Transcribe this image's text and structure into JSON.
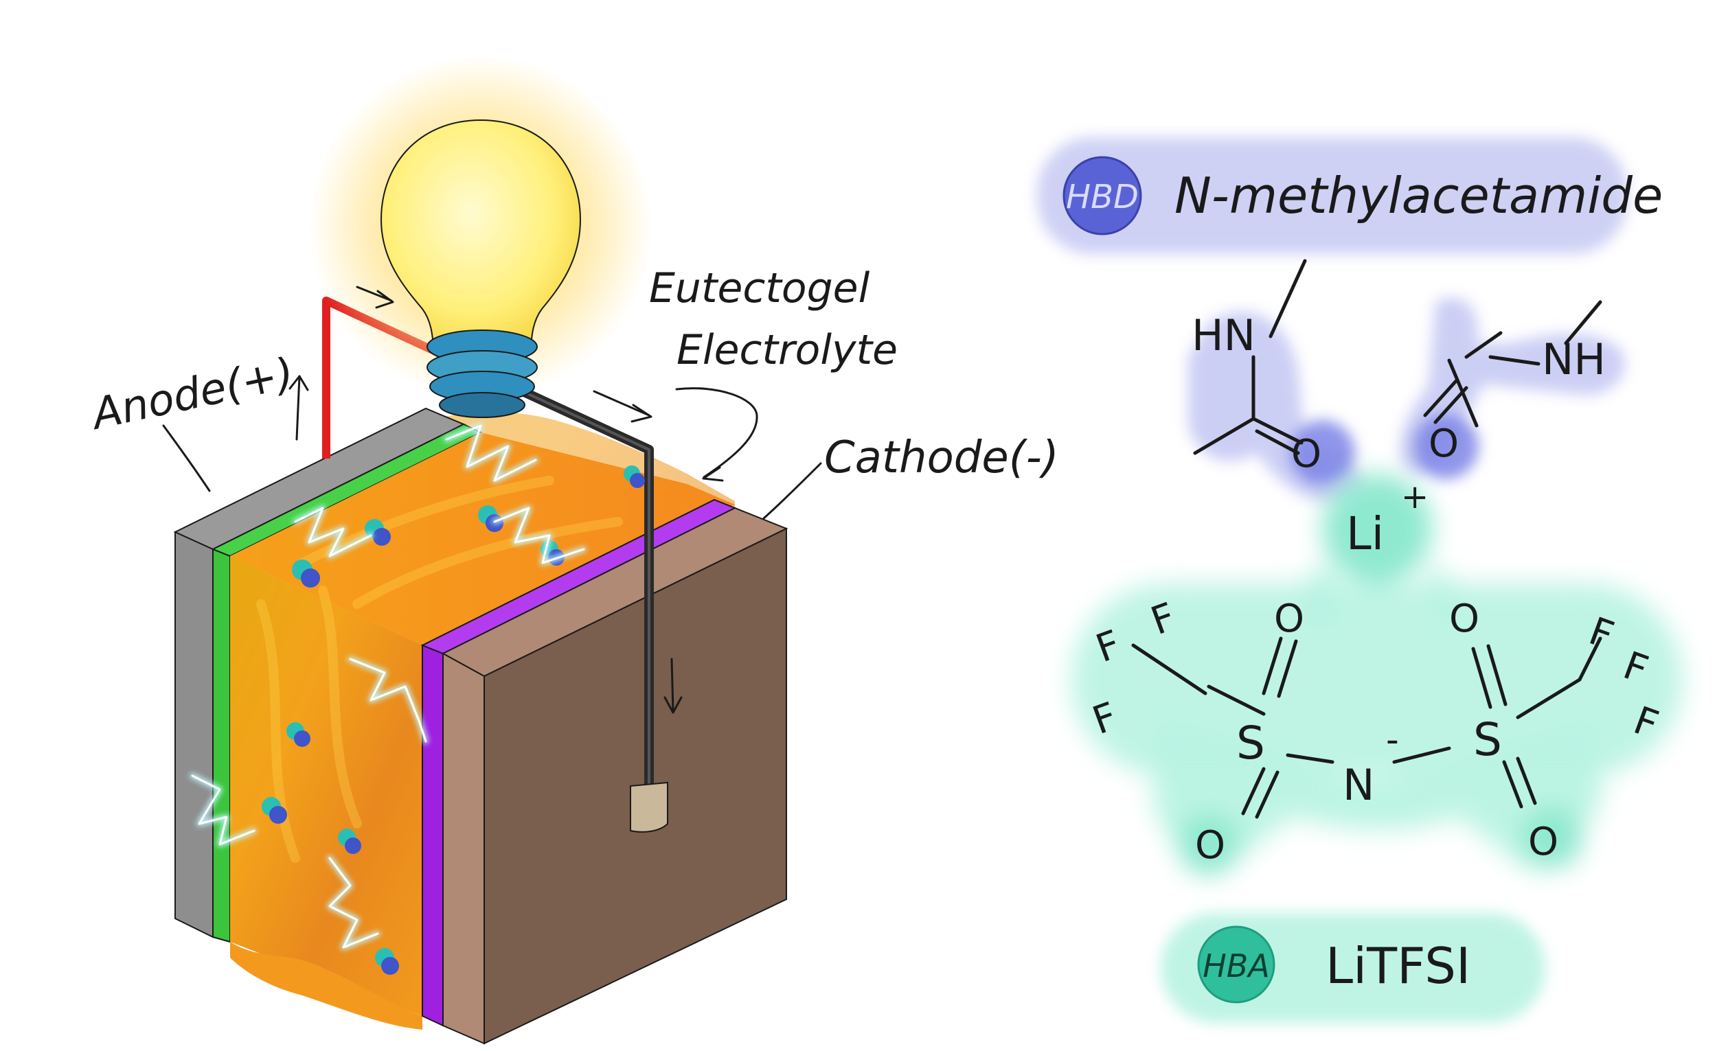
{
  "labels": {
    "anode": "Anode(+)",
    "cathode": "Cathode(-)",
    "electrolyte_line1": "Eutectogel",
    "electrolyte_line2": "Electrolyte"
  },
  "hbd": {
    "badge": "HBD",
    "name": "N-methylacetamide",
    "color": "#5a63d6",
    "glow": "#c9ccf3"
  },
  "hba": {
    "badge": "HBA",
    "name": "LiTFSI",
    "color": "#2fbf9c",
    "glow": "#b8f3e2"
  },
  "structure": {
    "hn": "HN",
    "nh": "NH",
    "o_left": "O",
    "o_right": "O",
    "li": "Li",
    "li_charge": "+",
    "sulfur_left": "S",
    "sulfur_right": "S",
    "nitrogen": "N",
    "n_charge": "-",
    "o_sl_top": "O",
    "o_sl_bottom": "O",
    "o_sr_top": "O",
    "o_sr_bottom": "O",
    "fluorine": "F"
  },
  "colors": {
    "anode_current_collector": "#8e8e8e",
    "anode": "#3cc43c",
    "electrolyte": "#f0a020",
    "cathode": "#a020e0",
    "cathode_current_collector": "#7a5f4e",
    "wire_positive": "#e02020",
    "wire_negative": "#333333",
    "bulb": "#ffef7a",
    "bulb_base": "#3f9fc7"
  }
}
